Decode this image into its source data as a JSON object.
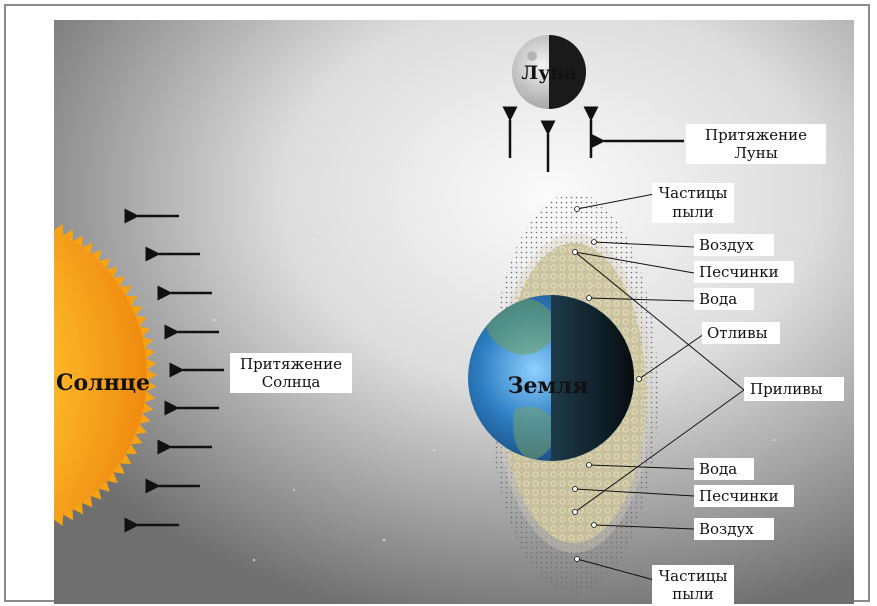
{
  "bodies": {
    "sun": "Солнце",
    "earth": "Земля",
    "moon": "Луна"
  },
  "labels": {
    "moon_pull_1": "Притяжение",
    "moon_pull_2": "Луны",
    "sun_pull_1": "Притяжение",
    "sun_pull_2": "Солнца",
    "dust_top_1": "Частицы",
    "dust_top_2": "пыли",
    "air_top": "Воздух",
    "sand_top": "Песчинки",
    "water_top": "Вода",
    "ebbs": "Отливы",
    "tides": "Приливы",
    "water_bottom": "Вода",
    "sand_bottom": "Песчинки",
    "air_bottom": "Воздух",
    "dust_bottom_1": "Частицы",
    "dust_bottom_2": "пыли"
  },
  "colors": {
    "sun_core": "#ffe14a",
    "sun_edge": "#f39a12",
    "earth_ocean": "#2e7fc4",
    "earth_shadow": "#0c1820",
    "layer_fill": "#cfc7a4"
  }
}
